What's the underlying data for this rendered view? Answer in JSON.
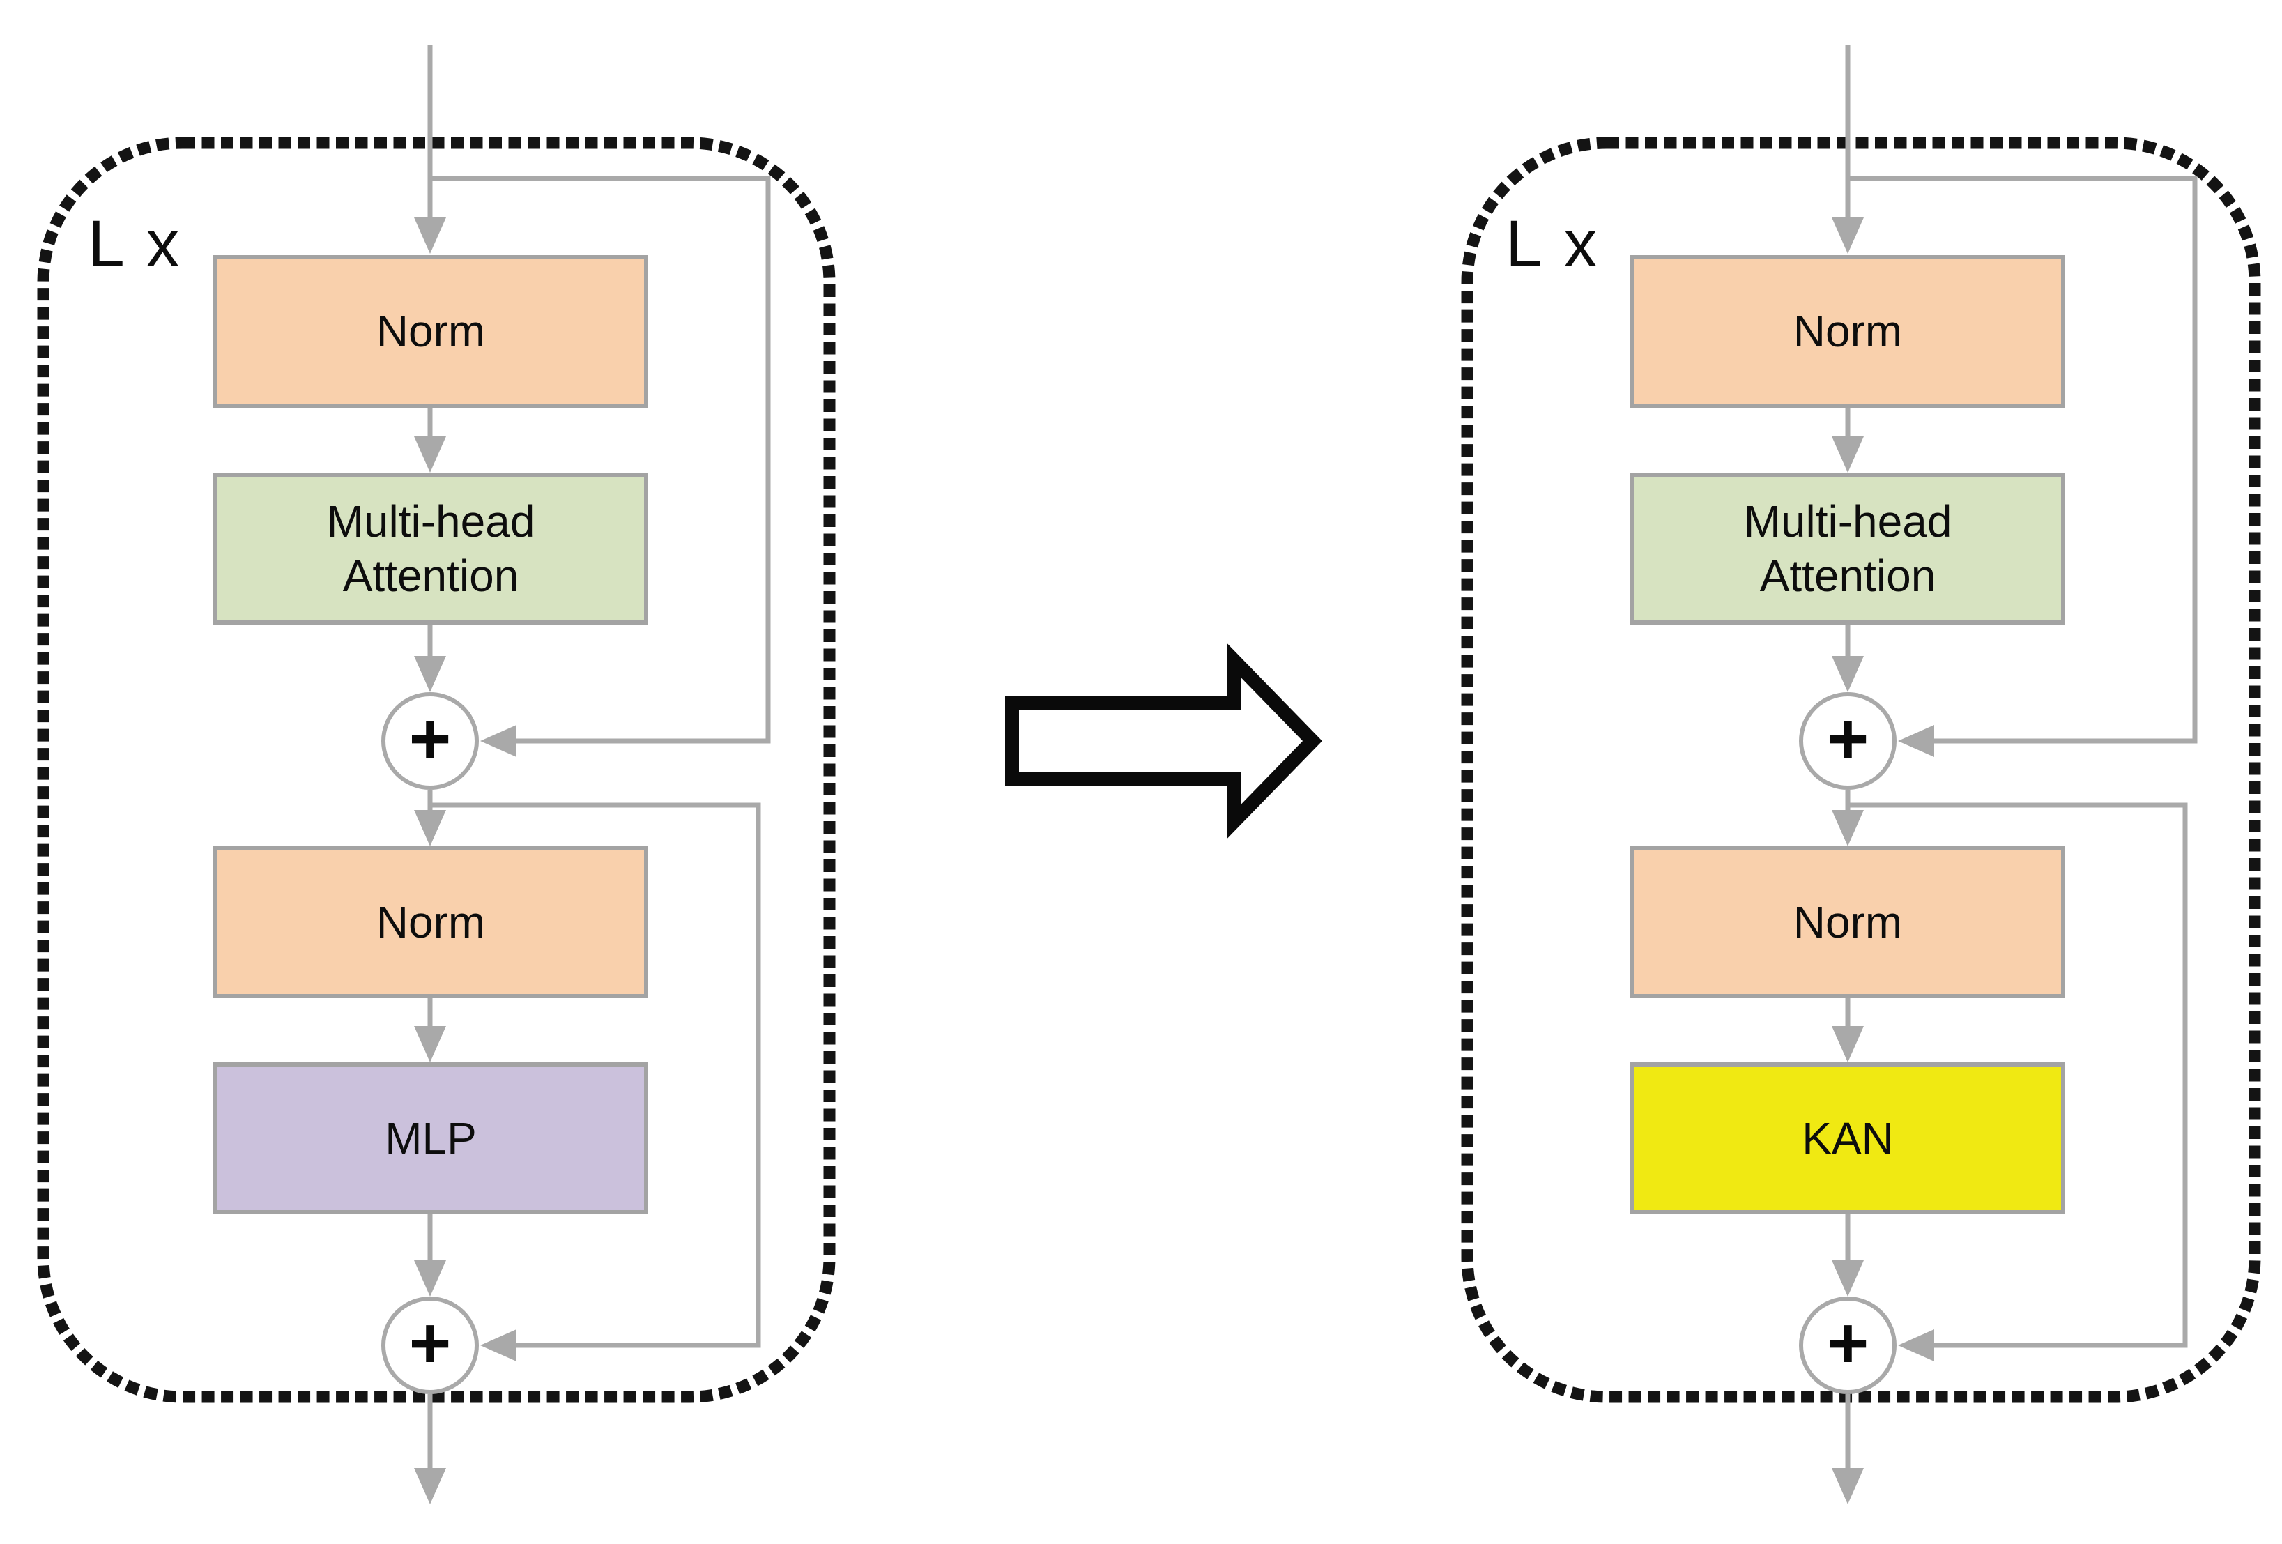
{
  "left_block": {
    "repeat_label": "L x",
    "norm_top_label": "Norm",
    "attention_line1": "Multi-head",
    "attention_line2": "Attention",
    "norm_bottom_label": "Norm",
    "ffn_label": "MLP",
    "add_top_symbol": "+",
    "add_bottom_symbol": "+"
  },
  "right_block": {
    "repeat_label": "L x",
    "norm_top_label": "Norm",
    "attention_line1": "Multi-head",
    "attention_line2": "Attention",
    "norm_bottom_label": "Norm",
    "ffn_label": "KAN",
    "add_top_symbol": "+",
    "add_bottom_symbol": "+"
  },
  "colors": {
    "norm_fill": "#F9D0AC",
    "attention_fill": "#D7E3C1",
    "mlp_fill": "#CBC1DC",
    "kan_fill": "#F0E912",
    "box_border": "#A3A3A3",
    "connector": "#A9A9A9",
    "dashed_outline": "#141414",
    "transform_arrow_fill": "#FFFFFF",
    "transform_arrow_stroke": "#0A0A0A"
  }
}
